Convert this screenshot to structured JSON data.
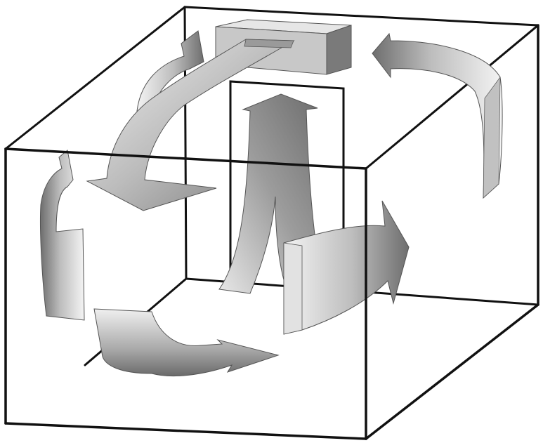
{
  "diagram": {
    "subject": "room-air-circulation-pattern",
    "colors": {
      "edge": "#111111",
      "background": "#ffffff",
      "arrow_light": "#f2f2f2",
      "arrow_mid": "#bdbdbd",
      "arrow_dark": "#6e6e6e",
      "unit_front": "#c8c8c8",
      "unit_top": "#e6e6e6",
      "unit_side": "#7a7a7a"
    },
    "elements": [
      "ceiling-air-unit",
      "supply-airflow-arrow",
      "rising-airflow-arrow",
      "return-airflow-arrow-right",
      "circulating-arrow-right-wall",
      "circulating-arrow-left-wall",
      "floor-airflow-arrow",
      "circulating-arrow-upper-left"
    ]
  }
}
